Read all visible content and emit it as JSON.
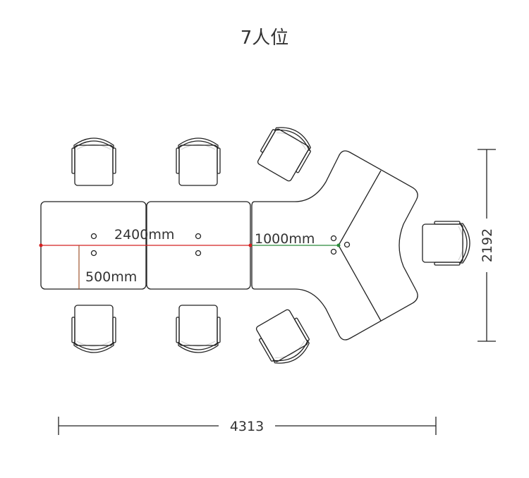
{
  "title": "7人位",
  "labels": {
    "length_2400": "2400mm",
    "length_1000": "1000mm",
    "depth_500": "500mm"
  },
  "dimensions": {
    "height_total": "2192",
    "width_total": "4313"
  },
  "colors": {
    "red_measure": "#d42020",
    "green_measure": "#2a8a3a",
    "brown_measure": "#a0522d"
  },
  "seats": 7
}
